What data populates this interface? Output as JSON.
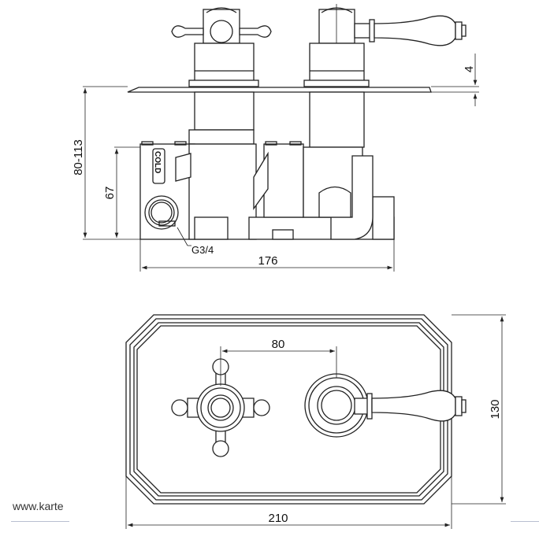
{
  "side_view": {
    "dim_height_range": "80-113",
    "dim_body_height": "67",
    "dim_plate_thickness": "4",
    "dim_width": "176",
    "thread_label": "G3/4",
    "inlet_label": "COLD"
  },
  "front_view": {
    "dim_centres": "80",
    "dim_height": "130",
    "dim_width": "210"
  },
  "watermark": "www.karte"
}
